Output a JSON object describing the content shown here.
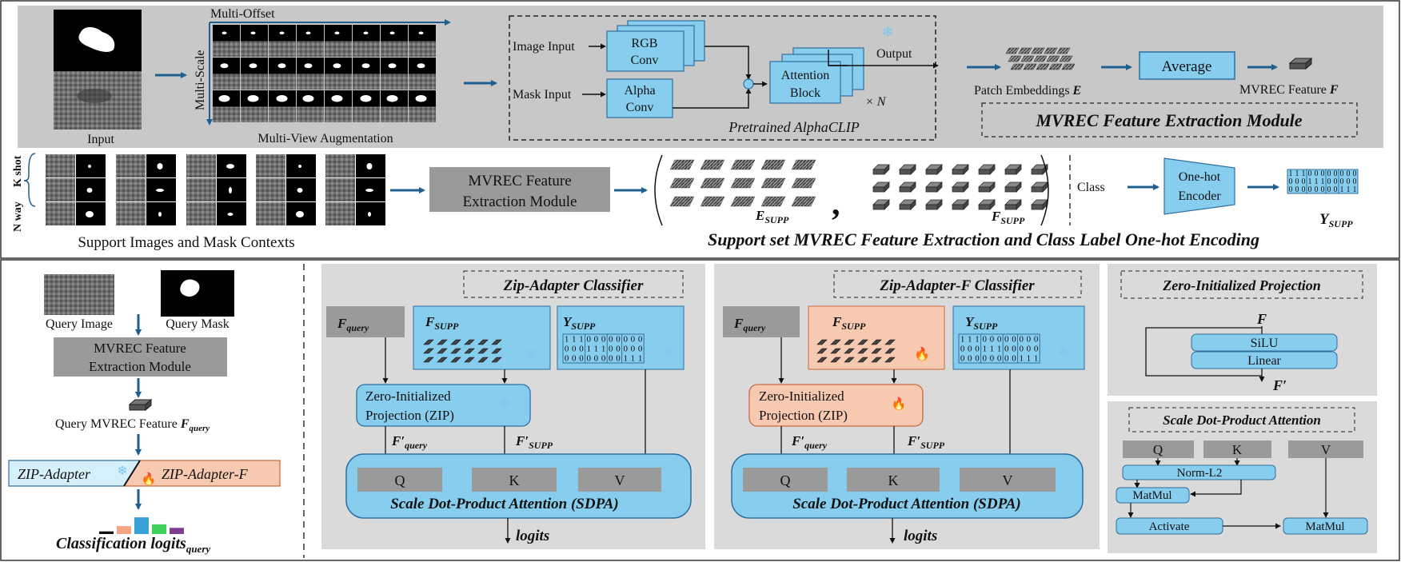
{
  "top": {
    "input_label": "Input",
    "multi_offset": "Multi-Offset",
    "multi_scale": "Multi-Scale",
    "multi_view": "Multi-View Augmentation",
    "image_input": "Image Input",
    "mask_input": "Mask Input",
    "rgb_conv_1": "RGB",
    "rgb_conv_2": "Conv",
    "alpha_conv_1": "Alpha",
    "alpha_conv_2": "Conv",
    "attention_1": "Attention",
    "attention_2": "Block",
    "output": "Output",
    "times_n": "× N",
    "pretrained": "Pretrained AlphaCLIP",
    "patch_embeddings": "Patch Embeddings",
    "patch_symbol": "E",
    "average": "Average",
    "mvrec_feature": "MVREC  Feature",
    "feature_symbol": "F",
    "module_title": "MVREC Feature Extraction Module"
  },
  "support": {
    "k_shot": "K shot",
    "n_way": "N way",
    "caption": "Support Images and Mask Contexts",
    "module_line1": "MVREC Feature",
    "module_line2": "Extraction Module",
    "e_supp": "E",
    "e_supp_sub": "SUPP",
    "comma": ",",
    "f_supp": "F",
    "f_supp_sub": "SUPP",
    "class": "Class",
    "onehot_1": "One-hot",
    "onehot_2": "Encoder",
    "y_supp": "Y",
    "y_supp_sub": "SUPP",
    "title": "Support set MVREC Feature Extraction and Class Label One-hot Encoding",
    "matrix_rows": [
      "11100000000",
      "00011100000",
      "00000000111"
    ]
  },
  "query": {
    "query_image": "Query Image",
    "query_mask": "Query Mask",
    "module_line1": "MVREC Feature",
    "module_line2": "Extraction Module",
    "feature_label": "Query MVREC Feature",
    "f_query": "F",
    "f_query_sub": "query",
    "zip_adapter": "ZIP-Adapter",
    "zip_adapter_f": "ZIP-Adapter-F",
    "logits": "Classification logits",
    "logits_sub": "query",
    "logit_values": [
      0.15,
      0.45,
      0.95,
      0.55,
      0.35
    ],
    "logit_colors": [
      "#111111",
      "#f4a582",
      "#3aa0d8",
      "#3fcf5a",
      "#7b3f8e"
    ]
  },
  "zip_classifier": {
    "title": "Zip-Adapter Classifier",
    "f_query": "F",
    "f_query_sub": "query",
    "f_supp": "F",
    "f_supp_sub": "SUPP",
    "y_supp": "Y",
    "y_supp_sub": "SUPP",
    "zip_1": "Zero-Initialized",
    "zip_2": "Projection (ZIP)",
    "fp_query": "F′",
    "fp_query_sub": "query",
    "fp_supp": "F′",
    "fp_supp_sub": "SUPP",
    "q": "Q",
    "k": "K",
    "v": "V",
    "sdpa": "Scale Dot-Product Attention (SDPA)",
    "logits": "logits"
  },
  "zipf_classifier": {
    "title": "Zip-Adapter-F Classifier",
    "f_query": "F",
    "f_query_sub": "query",
    "f_supp": "F",
    "f_supp_sub": "SUPP",
    "y_supp": "Y",
    "y_supp_sub": "SUPP",
    "zip_1": "Zero-Initialized",
    "zip_2": "Projection (ZIP)",
    "fp_query": "F′",
    "fp_query_sub": "query",
    "fp_supp": "F′",
    "fp_supp_sub": "SUPP",
    "q": "Q",
    "k": "K",
    "v": "V",
    "sdpa": "Scale Dot-Product Attention (SDPA)",
    "logits": "logits"
  },
  "zip_projection": {
    "title": "Zero-Initialized Projection",
    "f": "F",
    "silu": "SiLU",
    "linear": "Linear",
    "fp": "F′"
  },
  "sdpa_detail": {
    "title": "Scale Dot-Product Attention",
    "q": "Q",
    "k": "K",
    "v": "V",
    "norm": "Norm-L2",
    "matmul1": "MatMul",
    "activate": "Activate",
    "matmul2": "MatMul"
  },
  "colors": {
    "panel_gray": "#c8c8c8",
    "panel_light": "#dadada",
    "blue_fill": "#87cdee",
    "blue_stroke": "#2f6f9f",
    "orange_fill": "#f7c9b0",
    "gray_box": "#9a9a9a",
    "arrow": "#1f5f8f"
  }
}
